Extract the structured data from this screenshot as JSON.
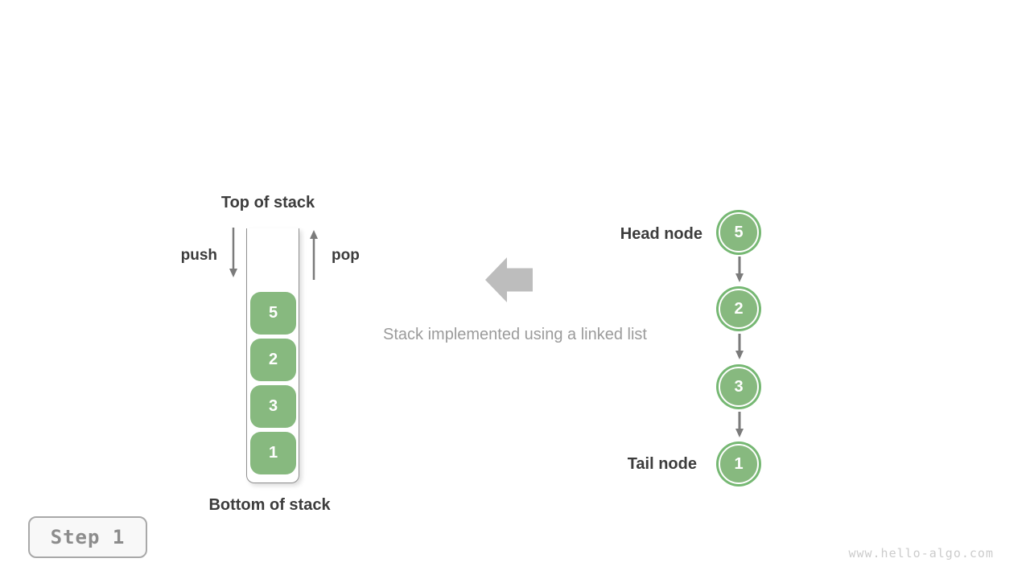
{
  "stack": {
    "top_label": "Top of stack",
    "bottom_label": "Bottom of stack",
    "push_label": "push",
    "pop_label": "pop",
    "items": [
      "5",
      "2",
      "3",
      "1"
    ]
  },
  "caption": "Stack implemented using a linked list",
  "linked_list": {
    "head_label": "Head node",
    "tail_label": "Tail node",
    "nodes": [
      "5",
      "2",
      "3",
      "1"
    ]
  },
  "step_badge": {
    "label": "Step 1"
  },
  "watermark": "www.hello-algo.com",
  "colors": {
    "node_fill": "#87b97f",
    "node_ring": "#76b873",
    "arrow": "#7b7b7b",
    "block_arrow": "#bdbdbd",
    "text_dark": "#3c3c3c",
    "text_muted": "#9b9b9b",
    "badge_text": "#8c8c8c",
    "watermark": "#cccccc"
  }
}
